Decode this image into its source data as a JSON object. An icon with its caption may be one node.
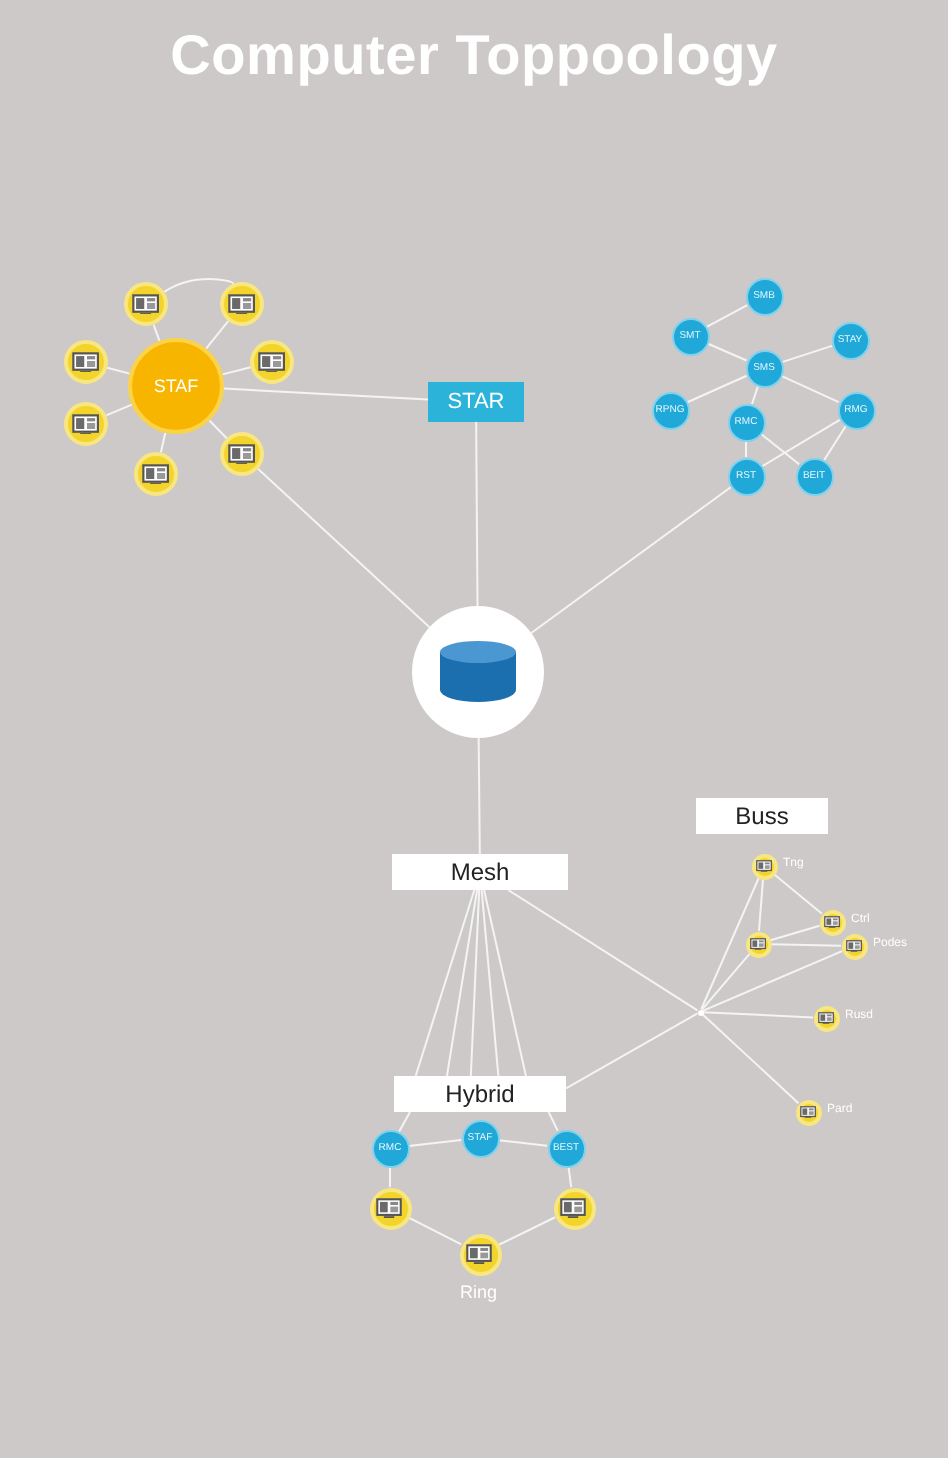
{
  "diagram": {
    "title": "Computer Toppoology",
    "nodes": [
      {
        "text": [
          "STAF"
        ]
      },
      {
        "text": [],
        "shape": "circle"
      },
      {
        "text": [],
        "shape": "circle"
      },
      {
        "text": [],
        "shape": "circle"
      },
      {
        "text": [],
        "shape": "circle"
      },
      {
        "text": [],
        "shape": "circle"
      },
      {
        "text": [],
        "shape": "circle"
      },
      {
        "text": [],
        "shape": "circle"
      },
      {
        "text": [
          "STAR"
        ]
      },
      {
        "text": [
          "SMB"
        ]
      },
      {
        "text": [
          "SMT"
        ]
      },
      {
        "text": [
          "STAY"
        ]
      },
      {
        "text": [
          "SMS"
        ]
      },
      {
        "text": [
          "RPNG"
        ]
      },
      {
        "text": [
          "RMC"
        ]
      },
      {
        "text": [
          "RMG"
        ]
      },
      {
        "text": [
          "RST"
        ]
      },
      {
        "text": [
          "BEIT"
        ]
      },
      {
        "text": [],
        "shape": "cylinder"
      },
      {
        "text": [
          "Buss"
        ]
      },
      {
        "text": [],
        "shape": "circle",
        "beside": [
          "Tng"
        ]
      },
      {
        "text": [
          "Mesh"
        ]
      },
      {
        "text": [],
        "shape": "circle",
        "beside": [
          "Ctrl"
        ]
      },
      {
        "text": [],
        "shape": "circle"
      },
      {
        "text": [],
        "shape": "circle",
        "beside": [
          "Podes"
        ]
      },
      {
        "text": [],
        "shape": "dot"
      },
      {
        "text": [],
        "shape": "circle",
        "beside": [
          "Rusd"
        ]
      },
      {
        "text": [
          "Hybrid"
        ]
      },
      {
        "text": [],
        "shape": "circle",
        "beside": [
          "Pard"
        ]
      },
      {
        "text": [
          "STAF"
        ]
      },
      {
        "text": [
          "RMC"
        ]
      },
      {
        "text": [
          "BEST"
        ]
      },
      {
        "text": [],
        "shape": "circle"
      },
      {
        "text": [],
        "shape": "circle"
      },
      {
        "text": [],
        "shape": "circle",
        "beside": [
          "Ring"
        ]
      }
    ],
    "edges": [
      {
        "from": 0,
        "to": 1,
        "arrow": "none"
      },
      {
        "from": 0,
        "to": 2,
        "arrow": "none"
      },
      {
        "from": 0,
        "to": 3,
        "arrow": "none"
      },
      {
        "from": 0,
        "to": 4,
        "arrow": "none"
      },
      {
        "from": 0,
        "to": 5,
        "arrow": "none"
      },
      {
        "from": 0,
        "to": 6,
        "arrow": "none"
      },
      {
        "from": 0,
        "to": 7,
        "arrow": "none"
      },
      {
        "from": 1,
        "to": 2,
        "arrow": "none"
      },
      {
        "from": 0,
        "to": 8,
        "arrow": "none"
      },
      {
        "from": 8,
        "to": 18,
        "arrow": "none"
      },
      {
        "from": 6,
        "to": 18,
        "arrow": "none"
      },
      {
        "from": 16,
        "to": 18,
        "arrow": "none"
      },
      {
        "from": 9,
        "to": 10,
        "arrow": "none"
      },
      {
        "from": 10,
        "to": 12,
        "arrow": "none"
      },
      {
        "from": 11,
        "to": 12,
        "arrow": "none"
      },
      {
        "from": 12,
        "to": 13,
        "arrow": "none"
      },
      {
        "from": 12,
        "to": 15,
        "arrow": "none"
      },
      {
        "from": 12,
        "to": 14,
        "arrow": "none"
      },
      {
        "from": 14,
        "to": 16,
        "arrow": "none"
      },
      {
        "from": 14,
        "to": 17,
        "arrow": "none"
      },
      {
        "from": 15,
        "to": 16,
        "arrow": "none"
      },
      {
        "from": 15,
        "to": 17,
        "arrow": "none"
      },
      {
        "from": 18,
        "to": 21,
        "arrow": "none"
      },
      {
        "from": 21,
        "to": 27,
        "arrow": "none"
      },
      {
        "from": 21,
        "to": 27,
        "arrow": "none"
      },
      {
        "from": 21,
        "to": 27,
        "arrow": "none"
      },
      {
        "from": 21,
        "to": 27,
        "arrow": "none"
      },
      {
        "from": 21,
        "to": 27,
        "arrow": "none"
      },
      {
        "from": 21,
        "to": 25,
        "arrow": "none"
      },
      {
        "from": 25,
        "to": 20,
        "arrow": "none"
      },
      {
        "from": 25,
        "to": 23,
        "arrow": "none"
      },
      {
        "from": 25,
        "to": 24,
        "arrow": "none"
      },
      {
        "from": 25,
        "to": 26,
        "arrow": "none"
      },
      {
        "from": 25,
        "to": 28,
        "arrow": "none"
      },
      {
        "from": 25,
        "to": 27,
        "arrow": "none"
      },
      {
        "from": 20,
        "to": 22,
        "arrow": "none"
      },
      {
        "from": 20,
        "to": 23,
        "arrow": "none"
      },
      {
        "from": 22,
        "to": 23,
        "arrow": "none"
      },
      {
        "from": 23,
        "to": 24,
        "arrow": "none"
      },
      {
        "from": 27,
        "to": 30,
        "arrow": "none"
      },
      {
        "from": 27,
        "to": 31,
        "arrow": "none"
      },
      {
        "from": 30,
        "to": 29,
        "arrow": "none"
      },
      {
        "from": 29,
        "to": 31,
        "arrow": "none"
      },
      {
        "from": 30,
        "to": 32,
        "arrow": "none"
      },
      {
        "from": 31,
        "to": 33,
        "arrow": "none"
      },
      {
        "from": 32,
        "to": 34,
        "arrow": "none"
      },
      {
        "from": 33,
        "to": 34,
        "arrow": "none"
      }
    ]
  }
}
